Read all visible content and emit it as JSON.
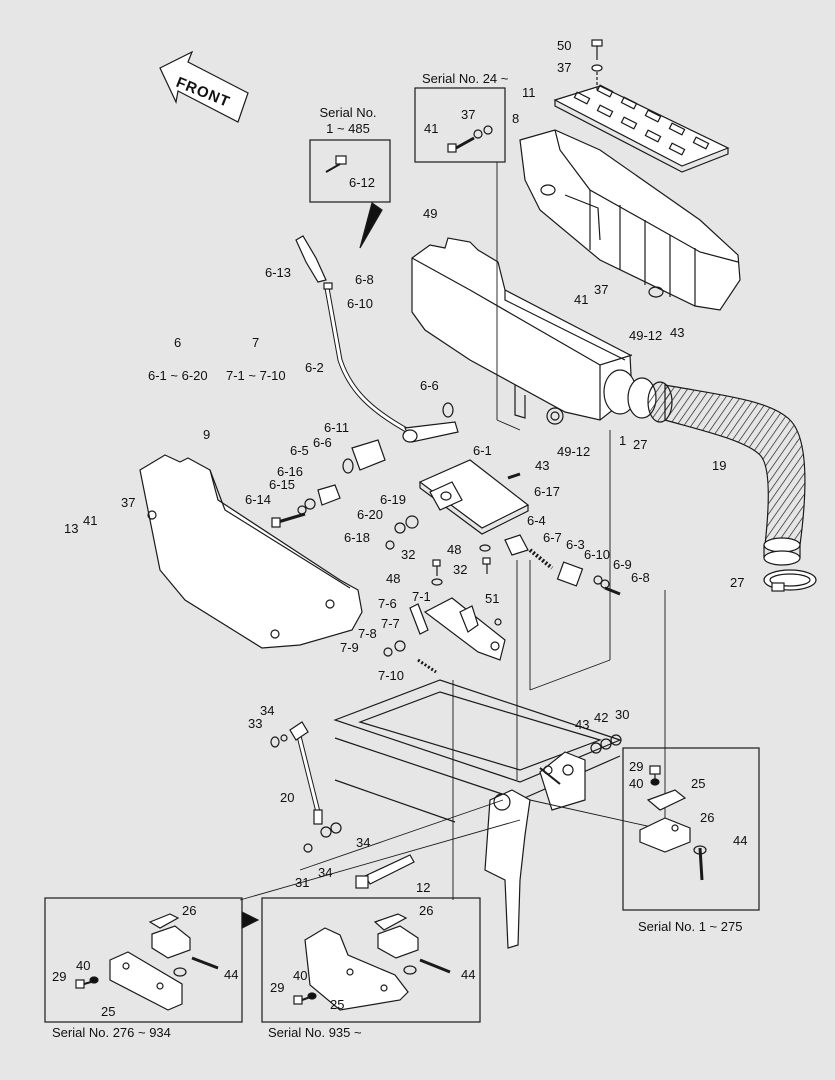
{
  "front_label": "FRONT",
  "captions": {
    "serial_1_485_line1": "Serial No.",
    "serial_1_485_line2": "1 ~ 485",
    "serial_24": "Serial No. 24 ~",
    "serial_1_275": "Serial No. 1 ~ 275",
    "serial_276_934": "Serial No. 276 ~ 934",
    "serial_935": "Serial No. 935 ~"
  },
  "groups": {
    "group6_number": "6",
    "group6_range": "6-1 ~ 6-20",
    "group7_number": "7",
    "group7_range": "7-1 ~ 7-10"
  },
  "callouts": [
    "50",
    "37",
    "11",
    "8",
    "41",
    "37",
    "6-12",
    "49",
    "6-13",
    "6-8",
    "6-10",
    "41",
    "37",
    "49-12",
    "43",
    "6-2",
    "6-6",
    "9",
    "6-11",
    "6-6",
    "6-5",
    "6-1",
    "1",
    "43",
    "49-12",
    "27",
    "19",
    "37",
    "6-16",
    "6-15",
    "6-17",
    "6-14",
    "41",
    "13",
    "6-19",
    "6-20",
    "6-4",
    "6-18",
    "48",
    "6-7",
    "6-3",
    "32",
    "6-10",
    "6-9",
    "32",
    "6-8",
    "48",
    "27",
    "51",
    "7-1",
    "7-6",
    "7-7",
    "7-8",
    "7-9",
    "7-10",
    "34",
    "33",
    "43",
    "42",
    "30",
    "29",
    "40",
    "25",
    "20",
    "26",
    "34",
    "44",
    "34",
    "31",
    "12",
    "26",
    "26",
    "29",
    "40",
    "44",
    "25",
    "29",
    "40",
    "44",
    "25"
  ],
  "colors": {
    "background": "#e6e6e6",
    "line": "#1a1a1a"
  }
}
